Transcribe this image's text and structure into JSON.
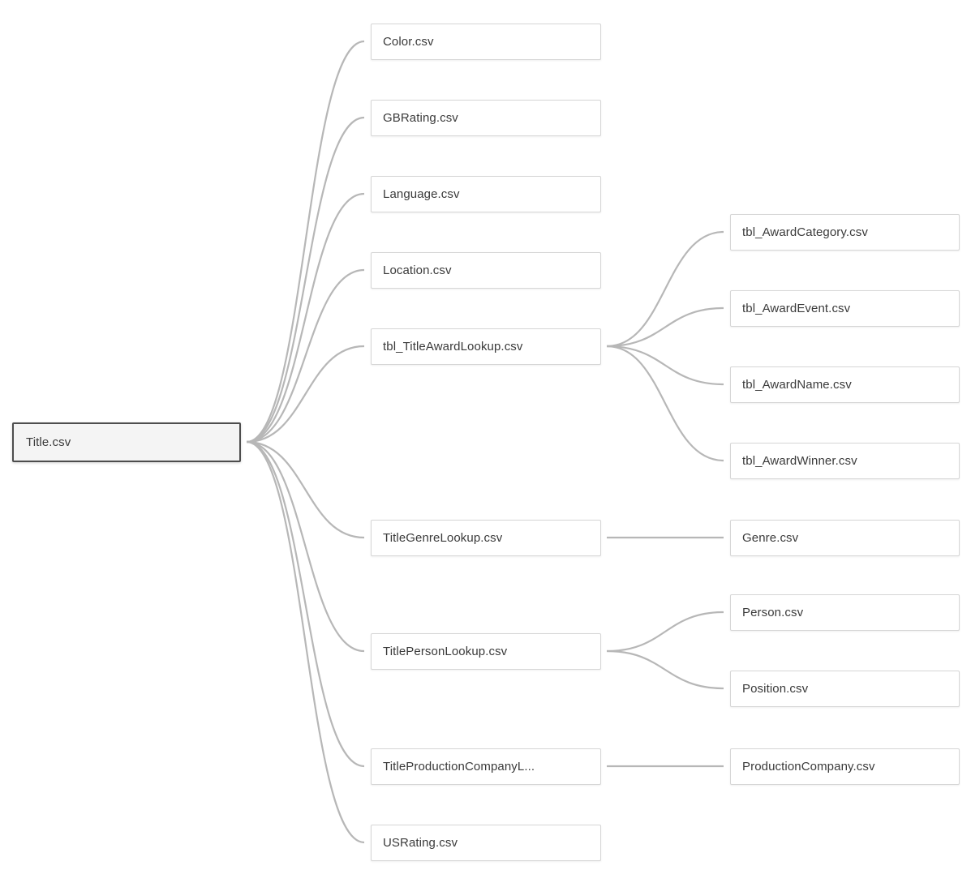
{
  "diagram": {
    "type": "table-relationship-tree",
    "root": {
      "id": "title",
      "label": "Title.csv",
      "selected": true
    },
    "children": [
      {
        "id": "color",
        "label": "Color.csv",
        "children": []
      },
      {
        "id": "gbrating",
        "label": "GBRating.csv",
        "children": []
      },
      {
        "id": "language",
        "label": "Language.csv",
        "children": []
      },
      {
        "id": "location",
        "label": "Location.csv",
        "children": []
      },
      {
        "id": "tbl_titleawardlookup",
        "label": "tbl_TitleAwardLookup.csv",
        "children": [
          {
            "id": "tbl_awardcategory",
            "label": "tbl_AwardCategory.csv"
          },
          {
            "id": "tbl_awardevent",
            "label": "tbl_AwardEvent.csv"
          },
          {
            "id": "tbl_awardname",
            "label": "tbl_AwardName.csv"
          },
          {
            "id": "tbl_awardwinner",
            "label": "tbl_AwardWinner.csv"
          }
        ]
      },
      {
        "id": "titlegenrelookup",
        "label": "TitleGenreLookup.csv",
        "children": [
          {
            "id": "genre",
            "label": "Genre.csv"
          }
        ]
      },
      {
        "id": "titlepersonlookup",
        "label": "TitlePersonLookup.csv",
        "children": [
          {
            "id": "person",
            "label": "Person.csv"
          },
          {
            "id": "position",
            "label": "Position.csv"
          }
        ]
      },
      {
        "id": "titleproductioncompanylookup",
        "label": "TitleProductionCompanyL...",
        "children": [
          {
            "id": "productioncompany",
            "label": "ProductionCompany.csv"
          }
        ]
      },
      {
        "id": "usrating",
        "label": "USRating.csv",
        "children": []
      }
    ],
    "colors": {
      "connector": "#b7b7b7",
      "box_background": "#ffffff",
      "box_border": "#d6d6d6",
      "selected_background": "#f4f4f4",
      "selected_border": "#4d4d4d",
      "label_text": "#3a3a3a",
      "canvas_background": "#ffffff"
    }
  }
}
